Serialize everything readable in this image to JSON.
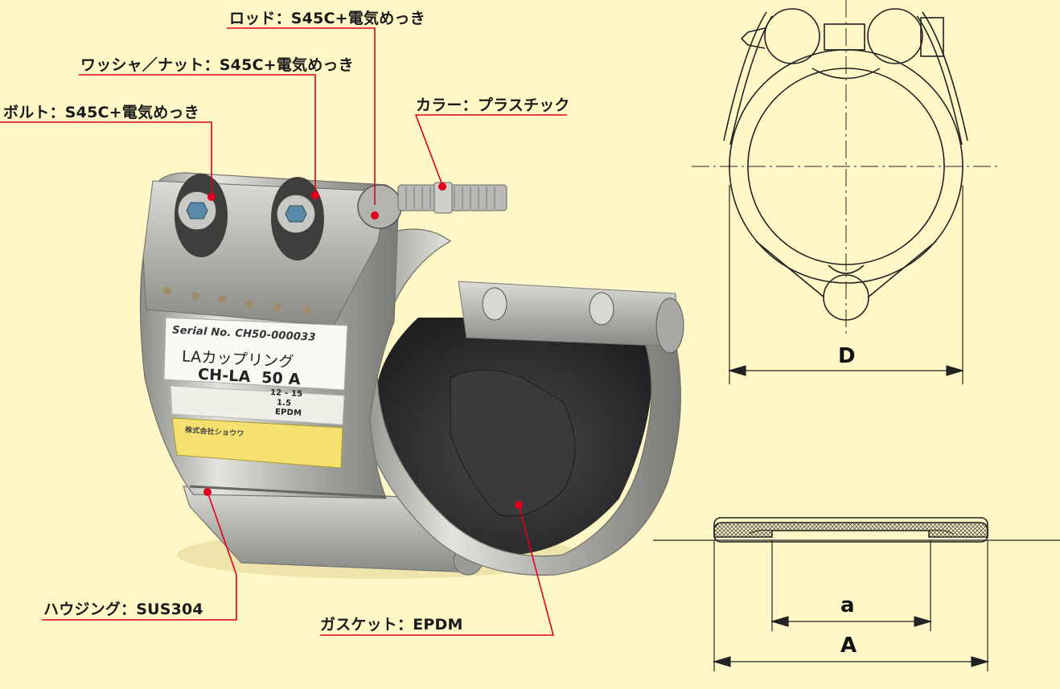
{
  "product_photo": {
    "serial_text": "Serial No. CH50-000033",
    "brand_text": "LAカップリング",
    "model_text": "CH-LA  50 A",
    "spec_values": [
      "12 - 15",
      "1.5",
      "EPDM"
    ],
    "maker_text": "株式会社ショウワ"
  },
  "callouts": {
    "rod": "ロッド：S45C+電気めっき",
    "washer_nut": "ワッシャ／ナット：S45C+電気めっき",
    "bolt": "ボルト：S45C+電気めっき",
    "collar": "カラー：プラスチック",
    "housing": "ハウジング：SUS304",
    "gasket": "ガスケット：EPDM"
  },
  "dimensions": {
    "diameter": "D",
    "inner_width": "a",
    "overall_width": "A"
  },
  "colors": {
    "background": "#fff8c6",
    "leader_line": "#e0001b",
    "drawing_line": "#222222"
  }
}
